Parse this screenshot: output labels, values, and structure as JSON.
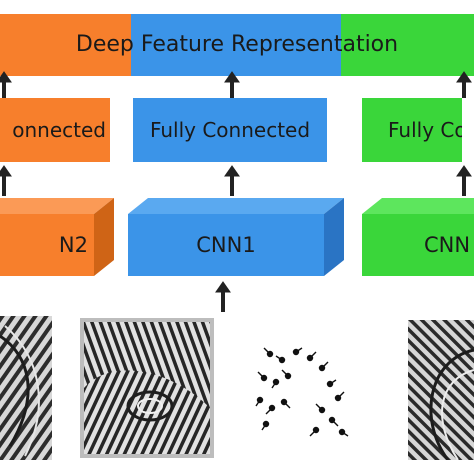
{
  "diagram": {
    "feature_title": "Deep Feature Representation",
    "fully_connected": {
      "left": "onnected",
      "center": "Fully Connected",
      "right": "Fully Con"
    },
    "cnn": {
      "left": "N2",
      "center": "CNN1",
      "right": "CNN"
    },
    "colors": {
      "orange": "#f77f2c",
      "blue": "#3b94e8",
      "green": "#3ad63a",
      "arrow": "#222222"
    }
  }
}
